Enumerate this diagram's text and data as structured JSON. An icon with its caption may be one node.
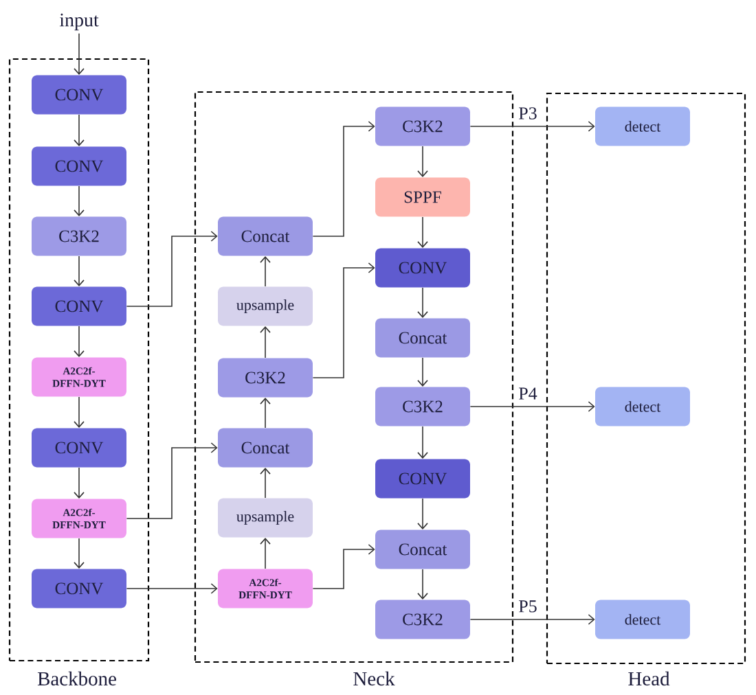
{
  "diagram": {
    "nodes": [
      {
        "text": [
          "input"
        ]
      },
      {
        "text": [
          "Backbone"
        ]
      },
      {
        "text": [
          "CONV"
        ],
        "in": 1
      },
      {
        "text": [
          "CONV"
        ],
        "in": 1
      },
      {
        "text": [
          "C3K2"
        ],
        "in": 1
      },
      {
        "text": [
          "CONV"
        ],
        "in": 1
      },
      {
        "text": [
          "A2C2f- DFFN-DYT"
        ],
        "in": 1
      },
      {
        "text": [
          "CONV"
        ],
        "in": 1
      },
      {
        "text": [
          "A2C2f- DFFN-DYT"
        ],
        "in": 1
      },
      {
        "text": [
          "CONV"
        ],
        "in": 1
      },
      {
        "text": [
          "Neck"
        ]
      },
      {
        "text": [
          "Concat"
        ],
        "in": 10
      },
      {
        "text": [
          "upsample"
        ],
        "in": 10
      },
      {
        "text": [
          "C3K2"
        ],
        "in": 10
      },
      {
        "text": [
          "Concat"
        ],
        "in": 10
      },
      {
        "text": [
          "upsample"
        ],
        "in": 10
      },
      {
        "text": [
          "A2C2f- DFFN-DYT"
        ],
        "in": 10
      },
      {
        "text": [
          "C3K2"
        ],
        "in": 10
      },
      {
        "text": [
          "SPPF"
        ],
        "in": 10
      },
      {
        "text": [
          "CONV"
        ],
        "in": 10
      },
      {
        "text": [
          "Concat"
        ],
        "in": 10
      },
      {
        "text": [
          "C3K2"
        ],
        "in": 10
      },
      {
        "text": [
          "CONV"
        ],
        "in": 10
      },
      {
        "text": [
          "Concat"
        ],
        "in": 10
      },
      {
        "text": [
          "C3K2"
        ],
        "in": 10
      },
      {
        "text": [
          "Head"
        ]
      },
      {
        "text": [
          "detect"
        ],
        "in": 25
      },
      {
        "text": [
          "detect"
        ],
        "in": 25
      },
      {
        "text": [
          "detect"
        ],
        "in": 25
      }
    ],
    "edges": [
      {
        "from": 0,
        "to": 2,
        "arrow": "to"
      },
      {
        "from": 2,
        "to": 3,
        "arrow": "to"
      },
      {
        "from": 3,
        "to": 4,
        "arrow": "to"
      },
      {
        "from": 4,
        "to": 5,
        "arrow": "to"
      },
      {
        "from": 5,
        "to": 6,
        "arrow": "to"
      },
      {
        "from": 6,
        "to": 7,
        "arrow": "to"
      },
      {
        "from": 7,
        "to": 8,
        "arrow": "to"
      },
      {
        "from": 8,
        "to": 9,
        "arrow": "to"
      },
      {
        "from": 5,
        "to": 11,
        "arrow": "to"
      },
      {
        "from": 8,
        "to": 14,
        "arrow": "to"
      },
      {
        "from": 9,
        "to": 16,
        "arrow": "to"
      },
      {
        "from": 16,
        "to": 15,
        "arrow": "to"
      },
      {
        "from": 15,
        "to": 14,
        "arrow": "to"
      },
      {
        "from": 14,
        "to": 13,
        "arrow": "to"
      },
      {
        "from": 13,
        "to": 12,
        "arrow": "to"
      },
      {
        "from": 12,
        "to": 11,
        "arrow": "to"
      },
      {
        "from": 11,
        "to": 17,
        "arrow": "to"
      },
      {
        "from": 13,
        "to": 19,
        "arrow": "to"
      },
      {
        "from": 16,
        "to": 23,
        "arrow": "to"
      },
      {
        "from": 17,
        "to": 18,
        "arrow": "to"
      },
      {
        "from": 18,
        "to": 19,
        "arrow": "to"
      },
      {
        "from": 19,
        "to": 20,
        "arrow": "to"
      },
      {
        "from": 20,
        "to": 21,
        "arrow": "to"
      },
      {
        "from": 21,
        "to": 22,
        "arrow": "to"
      },
      {
        "from": 22,
        "to": 23,
        "arrow": "to"
      },
      {
        "from": 23,
        "to": 24,
        "arrow": "to"
      },
      {
        "from": 17,
        "to": 26,
        "arrow": "to",
        "label": "P3"
      },
      {
        "from": 21,
        "to": 27,
        "arrow": "to",
        "label": "P4"
      },
      {
        "from": 24,
        "to": 28,
        "arrow": "to",
        "label": "P5"
      }
    ]
  }
}
